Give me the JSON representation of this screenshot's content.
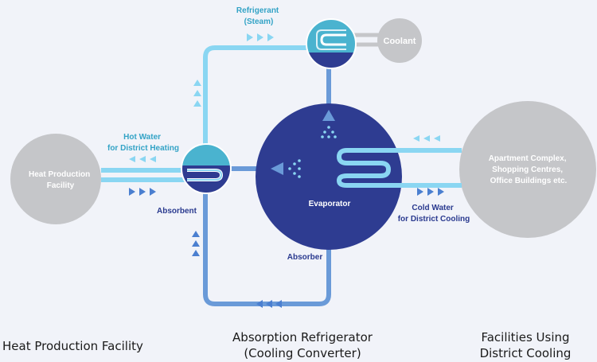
{
  "nodes": {
    "heat_production": [
      "Heat Production",
      "Facility"
    ],
    "coolant": "Coolant",
    "facilities": [
      "Apartment Complex,",
      "Shopping Centres,",
      "Office Buildings etc."
    ],
    "evaporator": "Evaporator"
  },
  "labels": {
    "refrigerant": [
      "Refrigerant",
      "(Steam)"
    ],
    "hot_water": [
      "Hot Water",
      "for District Heating"
    ],
    "cold_water": [
      "Cold Water",
      "for District Cooling"
    ],
    "absorbent": "Absorbent",
    "absorber": "Absorber"
  },
  "captions": {
    "left": "Heat Production Facility",
    "middle": [
      "Absorption Refrigerator",
      "(Cooling Converter)"
    ],
    "right": [
      "Facilities Using",
      "District Cooling"
    ]
  },
  "colors": {
    "background": "#f1f3f9",
    "gray_node": "#c5c6c9",
    "navy": "#2e3c91",
    "teal": "#4ab3cf",
    "light_pipe": "#8ad6f2",
    "mid_pipe": "#6a9ad8",
    "label_teal": "#33a3c6",
    "label_navy": "#2a3a8f"
  }
}
